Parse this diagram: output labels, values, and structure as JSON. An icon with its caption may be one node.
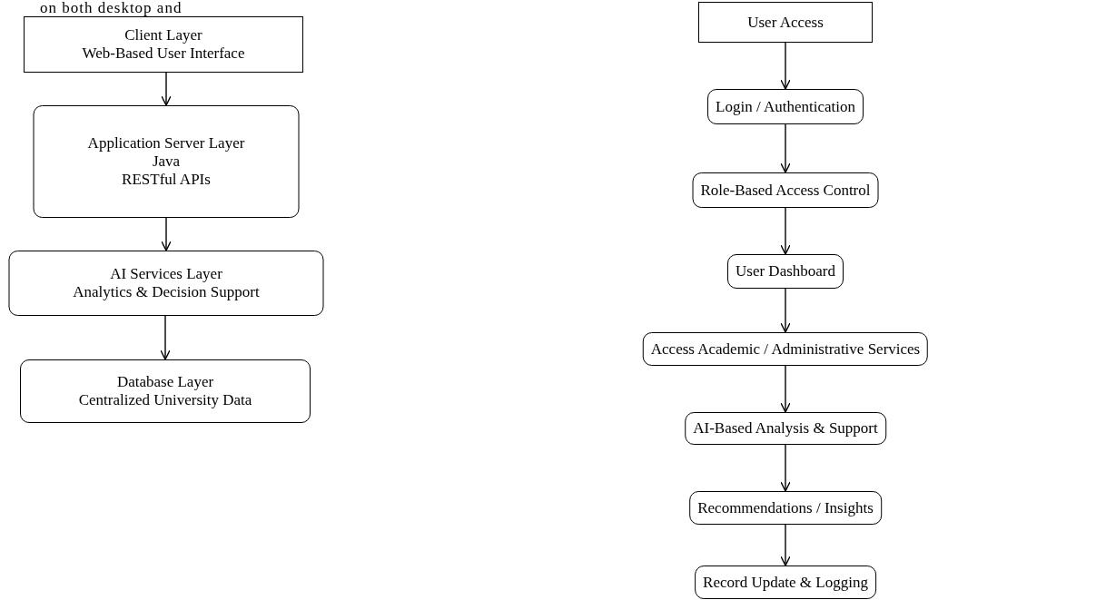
{
  "diagram": {
    "nodes": [
      {
        "text": [
          "Client Layer",
          "Web-Based User Interface"
        ]
      },
      {
        "text": [
          "Application Server Layer",
          "Java",
          "RESTful APIs"
        ]
      },
      {
        "text": [
          "AI Services Layer",
          "Analytics & Decision Support"
        ]
      },
      {
        "text": [
          "Database Layer",
          "Centralized University Data"
        ]
      },
      {
        "text": [
          "User Access"
        ]
      },
      {
        "text": [
          "Login / Authentication"
        ]
      },
      {
        "text": [
          "Role-Based Access Control"
        ]
      },
      {
        "text": [
          "User Dashboard"
        ]
      },
      {
        "text": [
          "Access Academic / Administrative Services"
        ]
      },
      {
        "text": [
          "AI-Based Analysis & Support"
        ]
      },
      {
        "text": [
          "Recommendations / Insights"
        ]
      },
      {
        "text": [
          "Record Update & Logging"
        ]
      }
    ],
    "edges": [
      {
        "from": 0,
        "to": 1,
        "arrow": "to"
      },
      {
        "from": 1,
        "to": 2,
        "arrow": "to"
      },
      {
        "from": 2,
        "to": 3,
        "arrow": "to"
      },
      {
        "from": 4,
        "to": 5,
        "arrow": "to"
      },
      {
        "from": 5,
        "to": 6,
        "arrow": "to"
      },
      {
        "from": 6,
        "to": 7,
        "arrow": "to"
      },
      {
        "from": 7,
        "to": 8,
        "arrow": "to"
      },
      {
        "from": 8,
        "to": 9,
        "arrow": "to"
      },
      {
        "from": 9,
        "to": 10,
        "arrow": "to"
      },
      {
        "from": 10,
        "to": 11,
        "arrow": "to"
      }
    ],
    "labels": [
      "on both desktop and"
    ]
  }
}
